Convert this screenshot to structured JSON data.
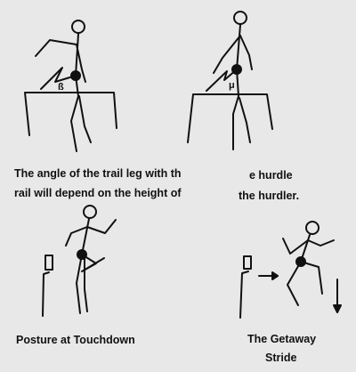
{
  "figures": {
    "trail_leg_beta": {
      "angle_symbol": "ß"
    },
    "trail_leg_mu": {
      "angle_symbol": "μ"
    }
  },
  "captions": {
    "left_line1": "The angle of the trail leg with th",
    "left_line2": "rail will depend on the height of",
    "right_line1": "e hurdle",
    "right_line2": "the hurdler.",
    "touchdown": "Posture at Touchdown",
    "getaway_line1": "The Getaway",
    "getaway_line2": "Stride"
  }
}
